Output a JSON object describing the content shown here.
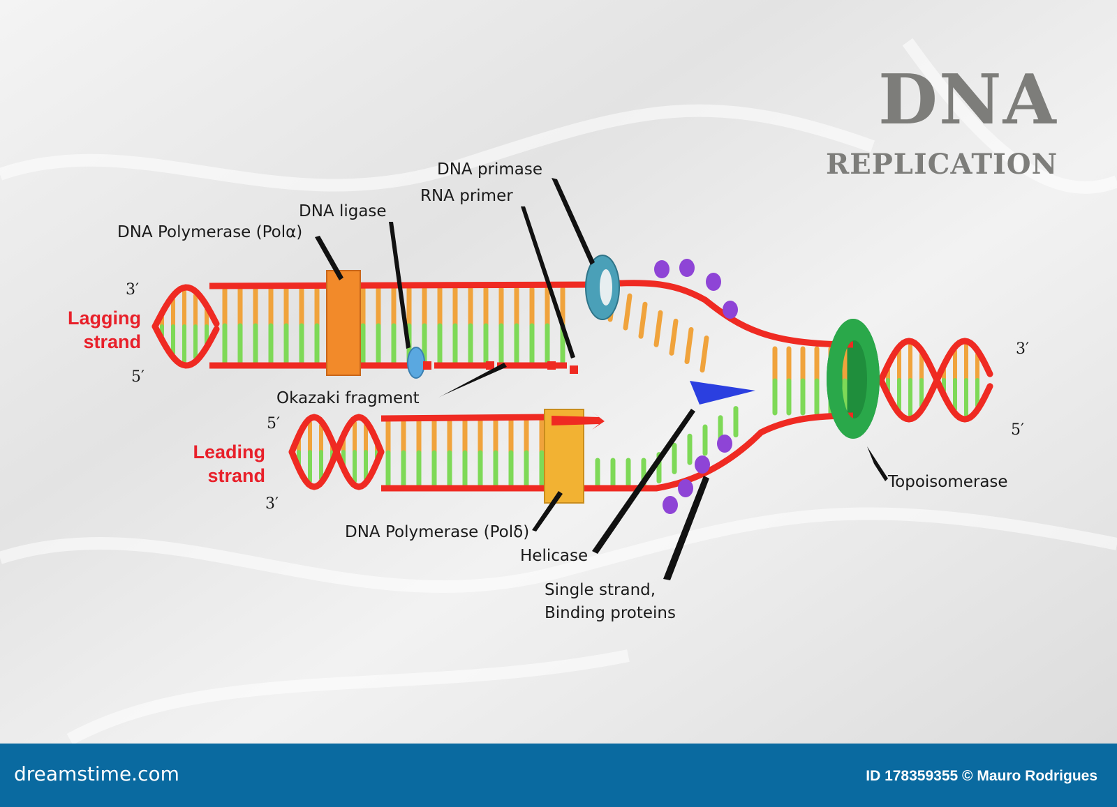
{
  "title": {
    "main": "DNA",
    "sub": "REPLICATION"
  },
  "strands": {
    "lagging": "Lagging strand",
    "leading": "Leading strand"
  },
  "ends": {
    "lag_top": "3′",
    "lag_bottom": "5′",
    "lead_top": "5′",
    "lead_bottom": "3′",
    "right_top": "3′",
    "right_bottom": "5′"
  },
  "labels": {
    "primase": "DNA primase",
    "rna_primer": "RNA primer",
    "ligase": "DNA ligase",
    "pol_alpha": "DNA Polymerase (Polα)",
    "okazaki": "Okazaki fragment",
    "pol_delta": "DNA Polymerase (Polδ)",
    "helicase": "Helicase",
    "ssb": "Single strand, Binding proteins",
    "topoisomerase": "Topoisomerase"
  },
  "footer": {
    "brand": "dreamstime.com",
    "credit": "ID 178359355 © Mauro Rodrigues"
  },
  "colors": {
    "backbone": "#ef2a22",
    "base_orange": "#f0a33c",
    "base_green": "#7ed957",
    "topoisomerase": "#2aa84a",
    "primase": "#4aa0b8",
    "helicase": "#2b3fe0",
    "ssb": "#8e44d6",
    "pol_alpha": "#f28a2a",
    "pol_delta": "#f2b233",
    "ligase": "#5aa8e0",
    "title_grey": "#7d7d7a",
    "footer": "#0a6aa0"
  }
}
